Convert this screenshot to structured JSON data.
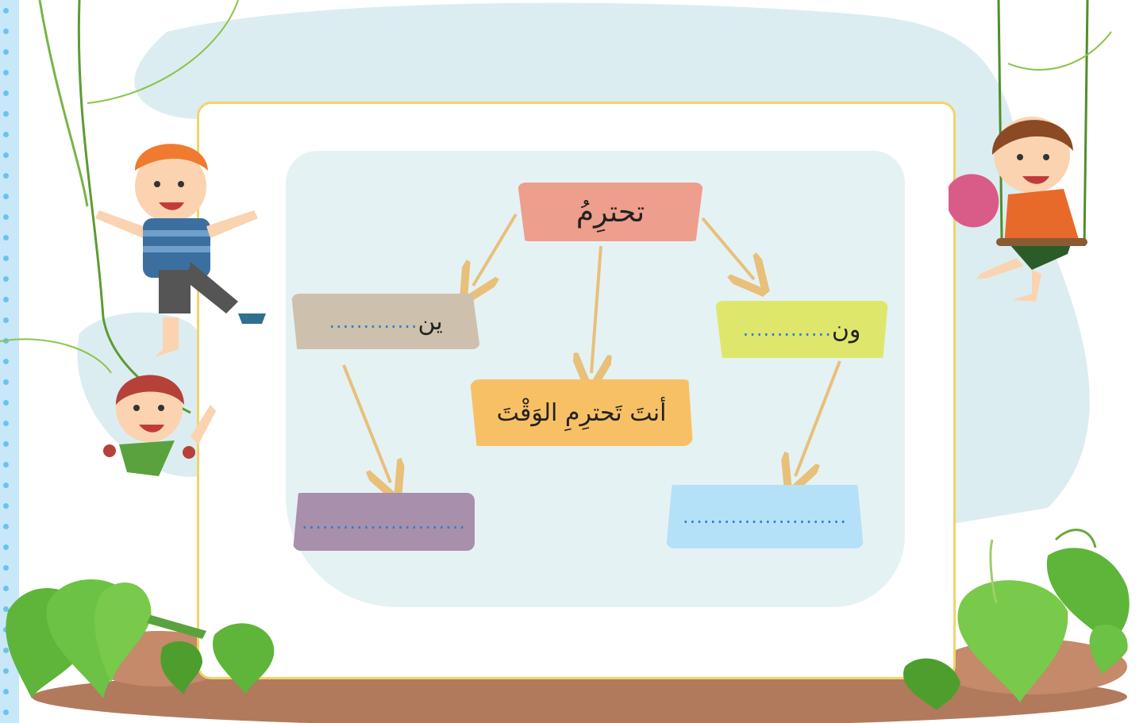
{
  "colors": {
    "card_border": "#f3d36a",
    "main_word_bg": "#ee9e8c",
    "left_suffix_bg": "#cdc1ad",
    "right_suffix_bg": "#dfe66c",
    "sentence_bg": "#f8c064",
    "left_answer_bg": "#a88fab",
    "right_answer_bg": "#b5e1f8",
    "arrow": "#e8c07a",
    "dots": "#2f7fcf"
  },
  "diagram": {
    "main_word": "تحترِمُ",
    "left_suffix": {
      "text": "ين",
      "blank": "............."
    },
    "right_suffix": {
      "text": "ون",
      "blank": "............."
    },
    "sentence": "أنتَ تَحترِمِ الوَقْتَ",
    "left_answer": {
      "blank": "........................"
    },
    "right_answer": {
      "blank": "........................"
    }
  }
}
